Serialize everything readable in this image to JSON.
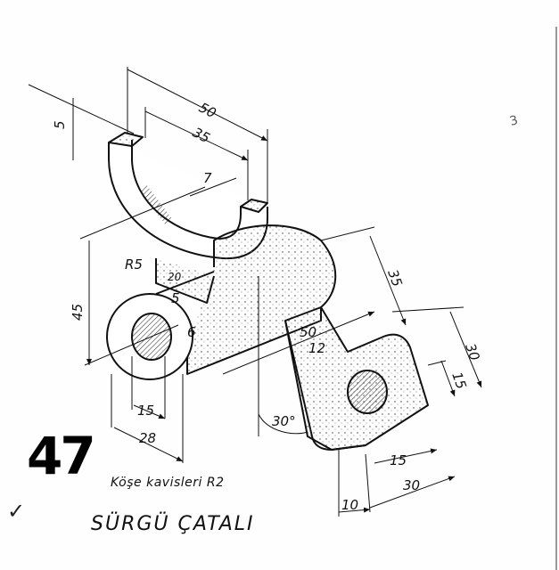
{
  "drawing": {
    "title": "SÜRGÜ ÇATALI",
    "note": "Köşe kavisleri R2",
    "exercise_number": "47",
    "check_mark": "✓",
    "pencil_mark": "3"
  },
  "dimensions": {
    "fork_outer_width": "50",
    "fork_inner_width": "35",
    "fork_thickness": "5",
    "fork_slot": "7",
    "radius": "R5",
    "web_length": "20",
    "web_thickness": "5",
    "boss_offset": "6",
    "overall_height": "45",
    "bore_diameter": "15",
    "boss_diameter": "28",
    "arm_length": "50",
    "arm_width": "12",
    "hub_height": "35",
    "angle": "30°",
    "plate_height": "30",
    "plate_hole_offset": "15",
    "plate_hole_dia": "15",
    "plate_width": "30",
    "plate_thickness": "10"
  }
}
